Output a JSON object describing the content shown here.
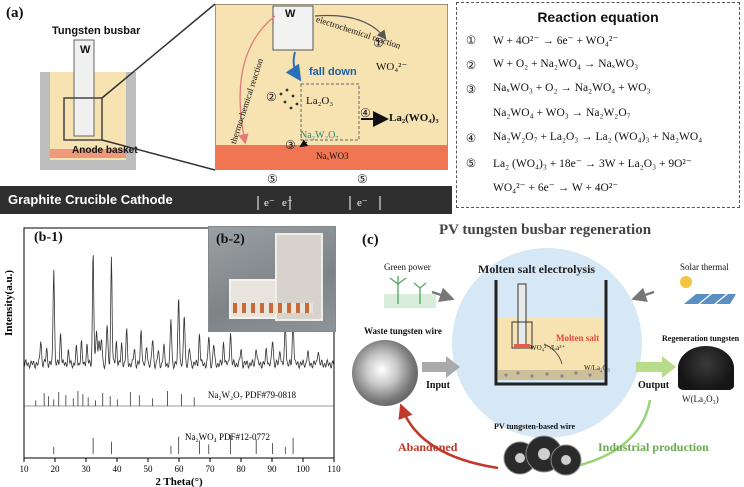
{
  "panel_a": {
    "label": "(a)",
    "busbar_title": "Tungsten busbar",
    "busbar_letter": "W",
    "anode_basket": "Anode basket",
    "zoom": {
      "w_label": "W",
      "electrochem": "electrochemical reaction",
      "thermochem": "thermochemical reaction",
      "fall_down": "fall down",
      "wo4": "WO₄²⁻",
      "la2o3": "La₂O₃",
      "na2w2o7": "Na₂W₂O₇",
      "la2wo43": "La₂(WO₄)₃",
      "naxwo3": "NaₓWO3",
      "c1": "①",
      "c2": "②",
      "c3": "③",
      "c4": "④"
    },
    "cathode_label": "Graphite Crucible  Cathode",
    "c5": "⑤",
    "electron": "e⁻"
  },
  "reaction_box": {
    "title": "Reaction equation",
    "lines": [
      {
        "num": "①",
        "text": "W + 4O²⁻ → 6e⁻ + WO₄²⁻"
      },
      {
        "num": "②",
        "text": "W + O₂ + Na₂WO₄ → NaₓWO₃"
      },
      {
        "num": "③",
        "text": "NaₓWO₃ + O₂ → Na₂WO₄ + WO₃"
      },
      {
        "num": "",
        "text": "Na₂WO₄ + WO₃ → Na₂W₂O₇"
      },
      {
        "num": "④",
        "text": "Na₂W₂O₇ + La₂O₃ → La₂ (WO₄)₃ + Na₂WO₄"
      },
      {
        "num": "⑤",
        "text": "La₂ (WO₄)₃ + 18e⁻ → 3W + La₂O₃ + 9O²⁻"
      },
      {
        "num": "",
        "text": "WO₄²⁻ + 6e⁻ → W + 4O²⁻"
      }
    ]
  },
  "panel_b": {
    "label_b1": "(b-1)",
    "label_b2": "(b-2)",
    "ylabel": "Intensity(a.u.)",
    "xlabel": "2 Theta(°)",
    "ref1": "Na₂W₂O₇ PDF#79-0818",
    "ref2": "Na₂WO₄ PDF#12-0772"
  },
  "chart_data": {
    "type": "line",
    "xlabel": "2 Theta(°)",
    "ylabel": "Intensity(a.u.)",
    "xlim": [
      10,
      110
    ],
    "x_ticks": [
      10,
      20,
      30,
      40,
      50,
      60,
      70,
      80,
      90,
      100,
      110
    ],
    "peaks_2theta": [
      15.4,
      17.3,
      19.6,
      21.8,
      24.3,
      26.9,
      28.5,
      30.3,
      32.3,
      33.4,
      34.2,
      35.0,
      36.8,
      38.2,
      39.8,
      41.5,
      43.1,
      45.6,
      47.8,
      49.6,
      51.5,
      53.3,
      55.1,
      57.4,
      59.9,
      61.7,
      63.4,
      66.6,
      69.6,
      71.2,
      74.4,
      76.6,
      80.0,
      84.9,
      88.2,
      90.2,
      92.6,
      94.3,
      96.8,
      101.5,
      104.9
    ],
    "peaks_relative_intensity": [
      0.2,
      0.12,
      0.78,
      0.25,
      0.1,
      0.12,
      0.17,
      0.15,
      0.9,
      0.28,
      0.22,
      0.2,
      0.32,
      0.85,
      0.18,
      0.15,
      0.26,
      0.12,
      0.28,
      0.14,
      0.2,
      0.1,
      0.14,
      0.36,
      0.55,
      0.4,
      0.12,
      0.24,
      0.22,
      0.16,
      0.18,
      0.26,
      0.12,
      0.14,
      0.12,
      0.2,
      0.12,
      0.34,
      0.38,
      0.1,
      0.12
    ],
    "reference_series": [
      {
        "name": "Na₂W₂O₇ PDF#79-0818",
        "positions": [
          13.8,
          16.5,
          17.9,
          19.6,
          21.2,
          23.5,
          25.9,
          27.4,
          29.0,
          30.7,
          33.1,
          35.4,
          37.8,
          40.1,
          44.3,
          47.2,
          51.5,
          56.3,
          60.8,
          64.9
        ]
      },
      {
        "name": "Na₂WO₄ PDF#12-0772",
        "positions": [
          19.6,
          32.3,
          38.2,
          57.4,
          59.9,
          66.6,
          69.6,
          76.6,
          84.9,
          90.2,
          94.3,
          96.8
        ]
      }
    ]
  },
  "panel_c": {
    "label": "(c)",
    "title": "PV tungsten busbar regeneration",
    "green_power": "Green power",
    "solar_thermal": "Solar thermal",
    "molten_salt_electrolysis": "Molten salt electrolysis",
    "molten_salt": "Molten salt",
    "cell_ions": "WO₄²⁻/La³⁺",
    "cell_product": "W/La₂O₃",
    "waste": "Waste tungsten wire",
    "input": "Input",
    "output": "Output",
    "regen": "Regeneration tungsten",
    "regen_formula": "W(La₂O₃)",
    "pv_wire": "PV tungsten-based wire",
    "abandoned": "Abandoned",
    "industrial": "Industrial production"
  }
}
